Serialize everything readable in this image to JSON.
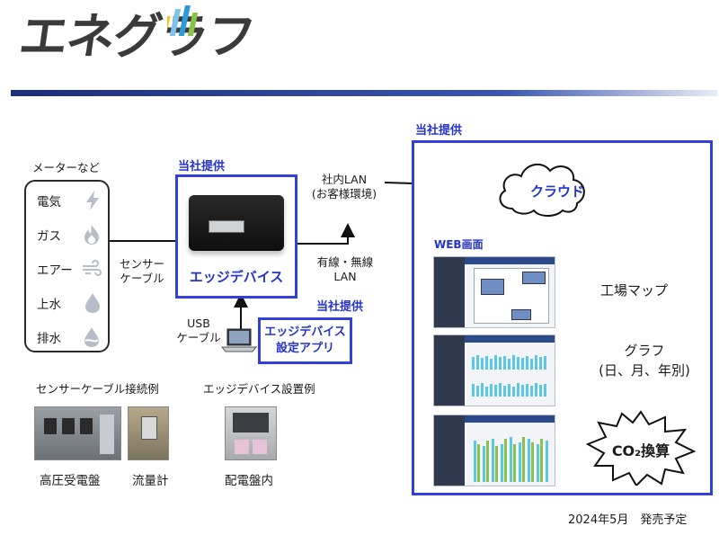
{
  "logo": {
    "text": "エネグラフ",
    "bar_colors": [
      "#f0c419",
      "#7cc4ea",
      "#2a9bd8",
      "#8bc34a"
    ]
  },
  "colors": {
    "accent_blue": "#3040d8",
    "label_blue": "#2433c8",
    "header_rule": "#1c2e7a"
  },
  "provider_labels": {
    "edge": "当社提供",
    "app": "当社提供",
    "right": "当社提供"
  },
  "meters": {
    "title": "メーターなど",
    "items": [
      {
        "label": "電気",
        "icon": "lightning-icon"
      },
      {
        "label": "ガス",
        "icon": "flame-icon"
      },
      {
        "label": "エアー",
        "icon": "wind-icon"
      },
      {
        "label": "上水",
        "icon": "water-drop-icon"
      },
      {
        "label": "排水",
        "icon": "drain-drop-icon"
      }
    ]
  },
  "sensor_cable": {
    "line1": "センサー",
    "line2": "ケーブル"
  },
  "edge_device": {
    "name": "エッジデバイス"
  },
  "usb": {
    "line1": "USB",
    "line2": "ケーブル"
  },
  "app": {
    "line1": "エッジデバイス",
    "line2": "設定アプリ"
  },
  "wired_lan": {
    "line1": "有線・無線",
    "line2": "LAN"
  },
  "inhouse_lan": {
    "line1": "社内LAN",
    "line2": "(お客様環境)"
  },
  "cloud": {
    "label": "クラウド"
  },
  "web": {
    "title": "WEB画面",
    "factory_map": "工場マップ",
    "graph_line1": "グラフ",
    "graph_line2": "(日、月、年別)",
    "co2": "CO₂換算"
  },
  "examples": {
    "sensor_title": "センサーケーブル接続例",
    "edge_title": "エッジデバイス設置例",
    "cap1": "高圧受電盤",
    "cap2": "流量計",
    "cap3": "配電盤内"
  },
  "release": "2024年5月　発売予定"
}
